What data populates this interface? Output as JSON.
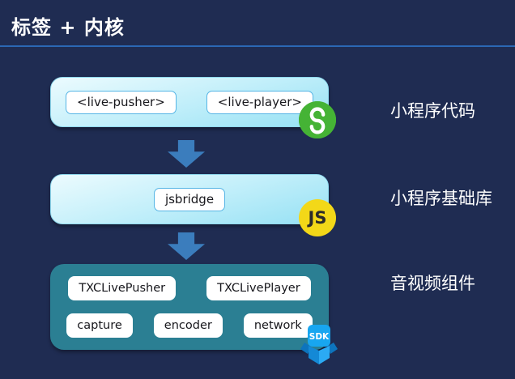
{
  "title": "标签 + 内核",
  "layers": [
    {
      "label": "小程序代码",
      "items": [
        "<live-pusher>",
        "<live-player>"
      ]
    },
    {
      "label": "小程序基础库",
      "items": [
        "jsbridge"
      ]
    },
    {
      "label": "音视频组件",
      "row1": [
        "TXCLivePusher",
        "TXCLivePlayer"
      ],
      "row2": [
        "capture",
        "encoder",
        "network"
      ]
    }
  ],
  "badges": {
    "miniprogram": "wechat-miniprogram",
    "js": "JS",
    "sdk": "SDK"
  },
  "colors": {
    "background": "#1f2c52",
    "divider": "#2b68b4",
    "arrow": "#3b7dbd",
    "box_light_top": "#ecfbfe",
    "box_light_bottom": "#96e1f4",
    "box_teal": "#2b7f93",
    "wechat_green": "#45b335",
    "js_yellow": "#f3d818",
    "sdk_blue": "#18a6f0"
  }
}
